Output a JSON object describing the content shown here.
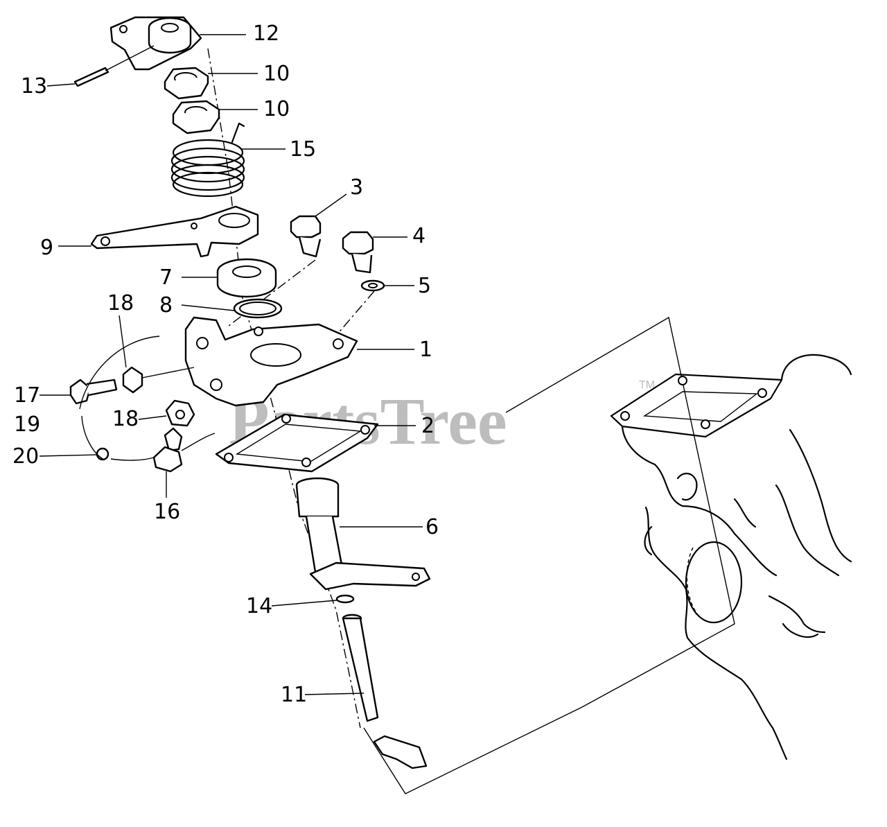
{
  "watermark": {
    "text": "PartsTree",
    "tm": "TM"
  },
  "callouts": [
    {
      "id": "c12",
      "text": "12"
    },
    {
      "id": "c13",
      "text": "13"
    },
    {
      "id": "c10a",
      "text": "10"
    },
    {
      "id": "c10b",
      "text": "10"
    },
    {
      "id": "c15",
      "text": "15"
    },
    {
      "id": "c3",
      "text": "3"
    },
    {
      "id": "c4",
      "text": "4"
    },
    {
      "id": "c9",
      "text": "9"
    },
    {
      "id": "c7",
      "text": "7"
    },
    {
      "id": "c5",
      "text": "5"
    },
    {
      "id": "c8",
      "text": "8"
    },
    {
      "id": "c18a",
      "text": "18"
    },
    {
      "id": "c1",
      "text": "1"
    },
    {
      "id": "c17",
      "text": "17"
    },
    {
      "id": "c19",
      "text": "19"
    },
    {
      "id": "c18b",
      "text": "18"
    },
    {
      "id": "c2",
      "text": "2"
    },
    {
      "id": "c20",
      "text": "20"
    },
    {
      "id": "c16",
      "text": "16"
    },
    {
      "id": "c6",
      "text": "6"
    },
    {
      "id": "c14",
      "text": "14"
    },
    {
      "id": "c11",
      "text": "11"
    }
  ]
}
